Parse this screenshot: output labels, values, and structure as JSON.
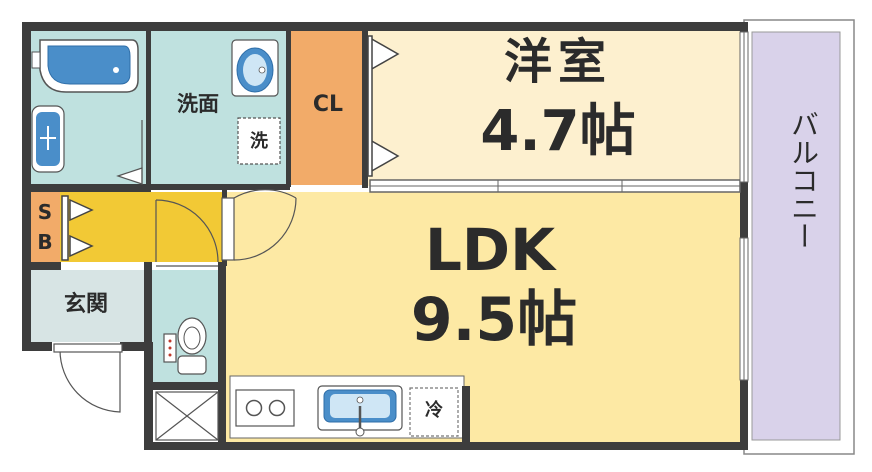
{
  "rooms": {
    "western": {
      "name": "洋室",
      "size": "4.7帖",
      "color": "#fdf0cf"
    },
    "ldk": {
      "name": "LDK",
      "size": "9.5帖",
      "color": "#fde9a4"
    },
    "closet": {
      "name": "CL",
      "color": "#f2ab69"
    },
    "washroom": {
      "name": "洗面",
      "color": "#bfe1df"
    },
    "shoe_box": {
      "name": "S B",
      "color": "#f2ab69"
    },
    "entrance": {
      "name": "玄関",
      "color": "#d7e4e4"
    },
    "balcony": {
      "name": "バルコニー",
      "color": "#d9d2ea"
    },
    "hallway": {
      "color": "#f2c935"
    },
    "bath": {
      "color": "#bfe1df"
    },
    "toilet": {
      "color": "#bfe1df"
    }
  },
  "fixtures": {
    "washer_label": "洗",
    "fridge_label": "冷",
    "stove_icon": "two-burner-stove-icon",
    "sink_icon": "kitchen-sink-icon",
    "toilet_icon": "toilet-icon",
    "bathtub_icon": "bathtub-icon",
    "washbasin_icon": "washbasin-icon"
  },
  "colors": {
    "wall": "#3d3d3d"
  }
}
